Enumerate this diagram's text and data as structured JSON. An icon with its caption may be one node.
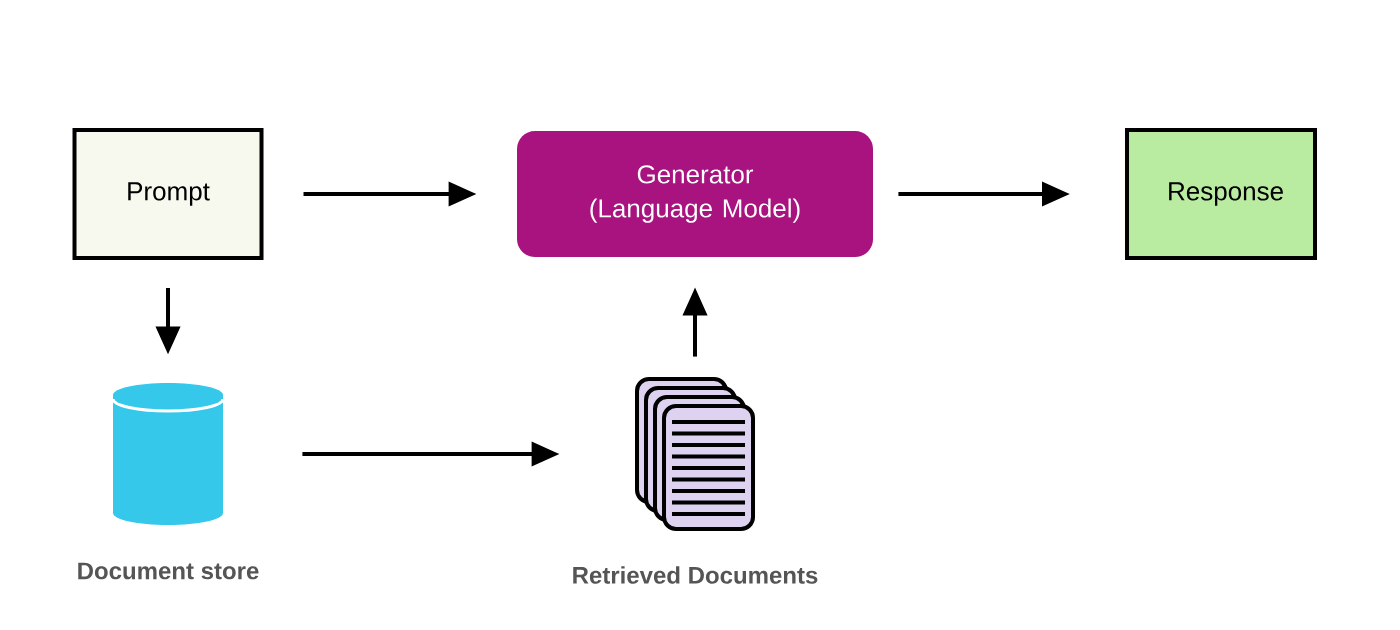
{
  "diagram": {
    "nodes": [
      {
        "text": [
          "Prompt"
        ]
      },
      {
        "text": [
          "Generator (Language Model)"
        ]
      },
      {
        "text": [
          "Response"
        ]
      },
      {
        "text": [],
        "shape": "cylinder",
        "beside": [
          "Document store"
        ]
      },
      {
        "text": [],
        "shape": "picture",
        "beside": [
          "Retrieved Documents"
        ]
      }
    ],
    "edges": [
      {
        "from": 0,
        "to": 1,
        "arrow": "to"
      },
      {
        "from": 1,
        "to": 2,
        "arrow": "to"
      },
      {
        "from": 0,
        "to": 3,
        "arrow": "to"
      },
      {
        "from": 3,
        "to": 4,
        "arrow": "to"
      },
      {
        "from": 4,
        "to": 1,
        "arrow": "to"
      }
    ]
  }
}
